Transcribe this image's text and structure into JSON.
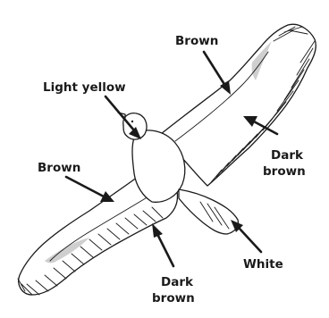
{
  "labels": {
    "brown_top": "Brown",
    "light_yellow": "Light yellow",
    "dark_brown_right_1": "Dark",
    "dark_brown_right_2": "brown",
    "brown_left": "Brown",
    "dark_brown_bottom_1": "Dark",
    "dark_brown_bottom_2": "brown",
    "white": "White"
  },
  "colors": {
    "outline": "#1a1a1a",
    "wing_highlight": "#cfcfcf",
    "background": "#ffffff"
  }
}
